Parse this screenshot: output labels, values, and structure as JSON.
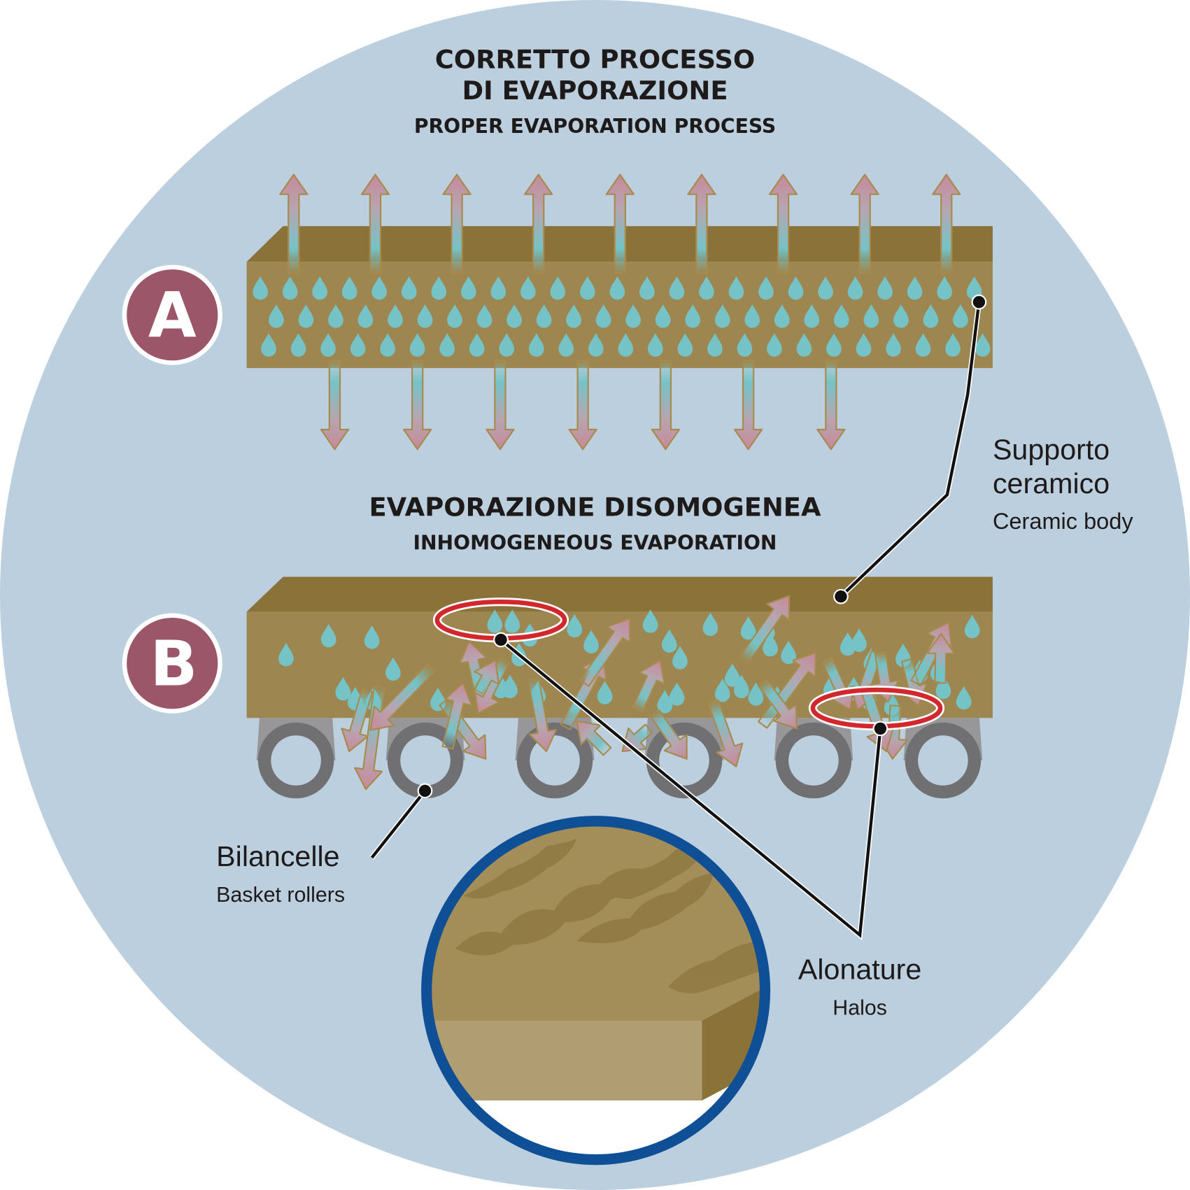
{
  "colors": {
    "background_disc": "#bccfde",
    "tile_front": "#9d864f",
    "tile_top": "#8a7239",
    "droplet": "#75c3c7",
    "arrow_head": "#c7899a",
    "arrow_border": "#a88a4c",
    "badge": "#9b5669",
    "halo_ring": "#d2272d",
    "roller": "#707072",
    "roller_support": "#97979a",
    "magnifier_border": "#0f4f96",
    "leader_line": "#111111"
  },
  "section_a": {
    "badge": "A",
    "title_line1": "CORRETTO PROCESSO",
    "title_line2": "DI EVAPORAZIONE",
    "subtitle": "PROPER EVAPORATION PROCESS",
    "arrows_up": 9,
    "arrows_down": 7
  },
  "section_b": {
    "badge": "B",
    "title": "EVAPORAZIONE DISOMOGENEA",
    "subtitle": "INHOMOGENEOUS EVAPORATION",
    "rollers": 6
  },
  "labels": {
    "ceramic_body": {
      "italian": [
        "Supporto",
        "ceramico"
      ],
      "english": "Ceramic body"
    },
    "rollers": {
      "italian": "Bilancelle",
      "english": "Basket rollers"
    },
    "halos": {
      "italian": "Alonature",
      "english": "Halos"
    }
  }
}
